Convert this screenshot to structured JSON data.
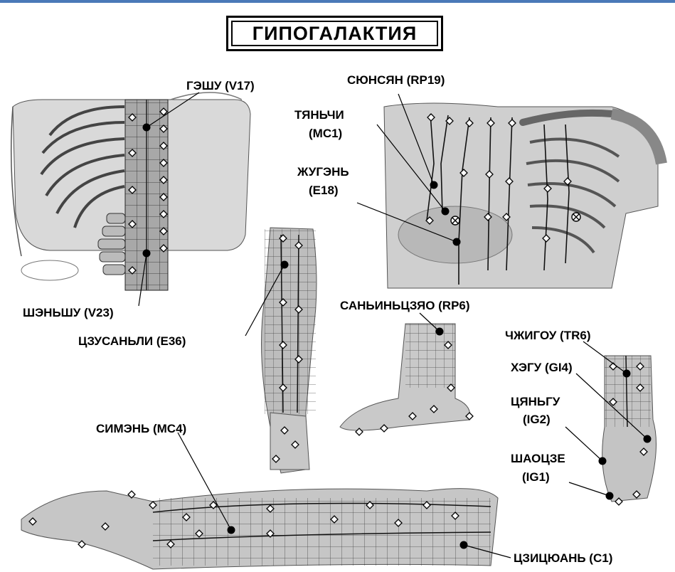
{
  "title": "ГИПОГАЛАКТИЯ",
  "colors": {
    "accent_bar": "#4a79b8",
    "skin": "#bfbfbf",
    "skin_dark": "#8f8f8f",
    "line": "#000000"
  },
  "labels": {
    "geshu": "ГЭШУ (V17)",
    "shenshu": "ШЭНЬШУ (V23)",
    "syunsyan": "СЮНСЯН (RP19)",
    "tyanchi_name": "ТЯНЬЧИ",
    "tyanchi_code": "(MC1)",
    "zhugen_name": "ЖУГЭНЬ",
    "zhugen_code": "(E18)",
    "tszusanli": "ЦЗУСАНЬЛИ (E36)",
    "saninjiao": "САНЬИНЬЦЗЯО (RP6)",
    "chzhigou": "ЧЖИГОУ (TR6)",
    "hegu": "ХЭГУ (GI4)",
    "tsyangu_name": "ЦЯНЬГУ",
    "tsyangu_code": "(IG2)",
    "shaoze_name": "ШАОЦЗЕ",
    "shaoze_code": "(IG1)",
    "simen": "СИМЭНЬ (MC4)",
    "tszitsyuan": "ЦЗИЦЮАНЬ (C1)"
  }
}
